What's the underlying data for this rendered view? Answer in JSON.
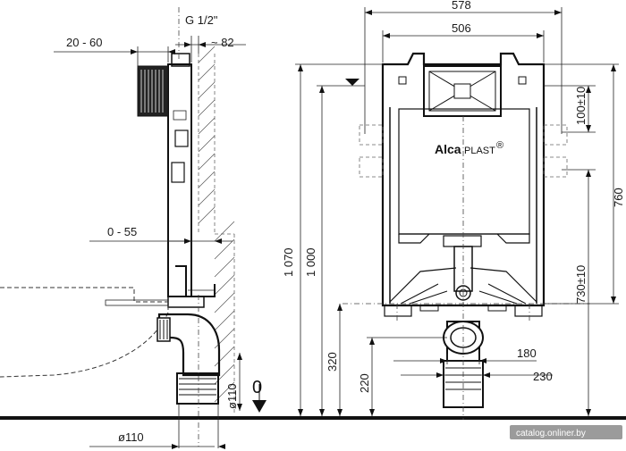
{
  "dimensions": {
    "g_half": "G 1/2\"",
    "range_20_60": "20 - 60",
    "approx_82": "~ 82",
    "range_0_55": "0 - 55",
    "d110_vertical": "ø110",
    "d110_bottom": "ø110",
    "floor_zero": "0",
    "h_1070": "1 070",
    "h_1000": "1 000",
    "h_320": "320",
    "h_220": "220",
    "w_578": "578",
    "w_506": "506",
    "w_180": "180",
    "w_230": "230",
    "h_100": "100±10",
    "h_760": "760",
    "h_730": "730±10"
  },
  "brand": {
    "name": "Alca",
    "suffix": "PLAST",
    "mark": "®"
  },
  "watermark": "catalog.onliner.by"
}
